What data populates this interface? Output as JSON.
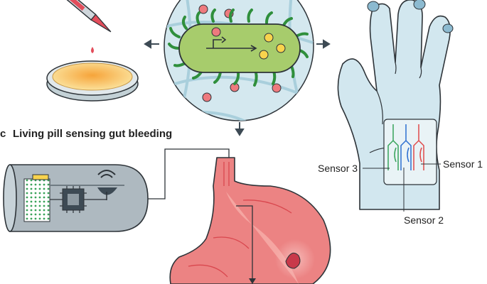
{
  "panel_c": {
    "letter": "c",
    "title": "Living pill sensing gut bleeding"
  },
  "wearable": {
    "sensor_labels": [
      "Sensor 3",
      "Sensor 1",
      "Sensor 2"
    ]
  }
}
